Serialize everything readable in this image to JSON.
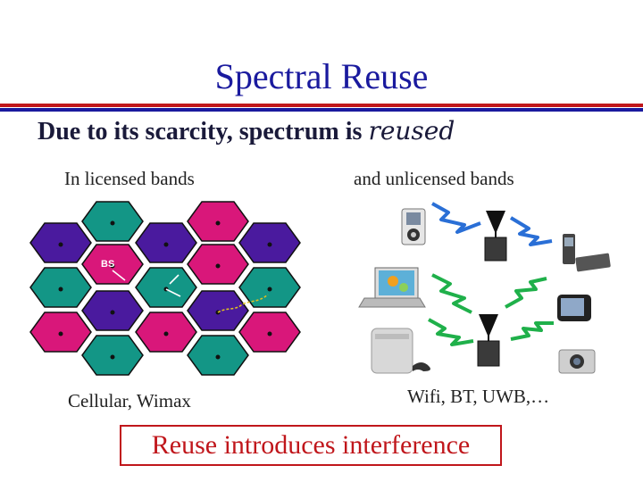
{
  "slide": {
    "title": "Spectral Reuse",
    "subtitle_lead": "Due to its scarcity, spectrum is ",
    "subtitle_emph": "reused",
    "licensed_label": "In licensed bands",
    "unlicensed_label": "and unlicensed bands",
    "cellular_label": "Cellular, Wimax",
    "wireless_label": "Wifi, BT, UWB,…",
    "callout": "Reuse introduces interference"
  },
  "hex_grid": {
    "bs_label": "BS",
    "cell_colors": {
      "magenta": "#d9177a",
      "teal": "#139686",
      "purple": "#4a1a9e"
    }
  },
  "colors": {
    "title_blue": "#1a1a9e",
    "accent_red": "#c0161b",
    "signal_green": "#1fb04a",
    "signal_blue": "#2a6fd6"
  },
  "devices": [
    "mp3-player-icon",
    "laptop-icon",
    "game-console-icon",
    "cell-phone-icon",
    "portable-media-player-icon",
    "camera-icon",
    "access-point-icon"
  ]
}
